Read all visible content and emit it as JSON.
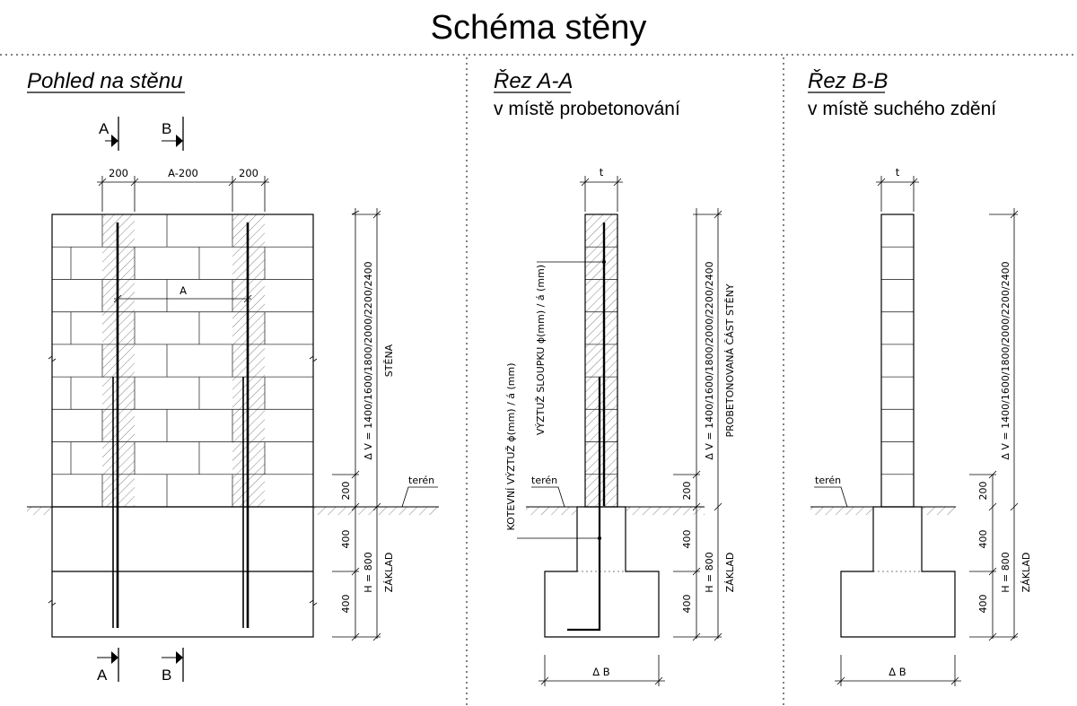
{
  "title": "Schéma stěny",
  "views": {
    "view1": {
      "heading": "Pohled na stěnu"
    },
    "view2": {
      "heading": "Řez A-A",
      "subheading": "v místě probetonování"
    },
    "view3": {
      "heading": "Řez B-B",
      "subheading": "v místě suchého zdění"
    }
  },
  "cuts": {
    "a": "A",
    "b": "B"
  },
  "labels": {
    "d200": "200",
    "d_a200": "A-200",
    "d_a": "A",
    "d400": "400",
    "d_t": "t",
    "d_h": "H = 800",
    "d_v": "Δ V = 1400/1600/1800/2000/2200/2400",
    "d_b": "Δ B",
    "stena": "STĚNA",
    "zaklad": "ZÁKLAD",
    "teren": "terén",
    "probeton": "PROBETONOVANÁ ČÁST STĚNY",
    "vyztuz_sloupku": "VÝZTUŽ SLOUPKU ϕ(mm) / á (mm)",
    "kotevni": "KOTEVNÍ VÝZTUŽ ϕ(mm) / á (mm)"
  }
}
